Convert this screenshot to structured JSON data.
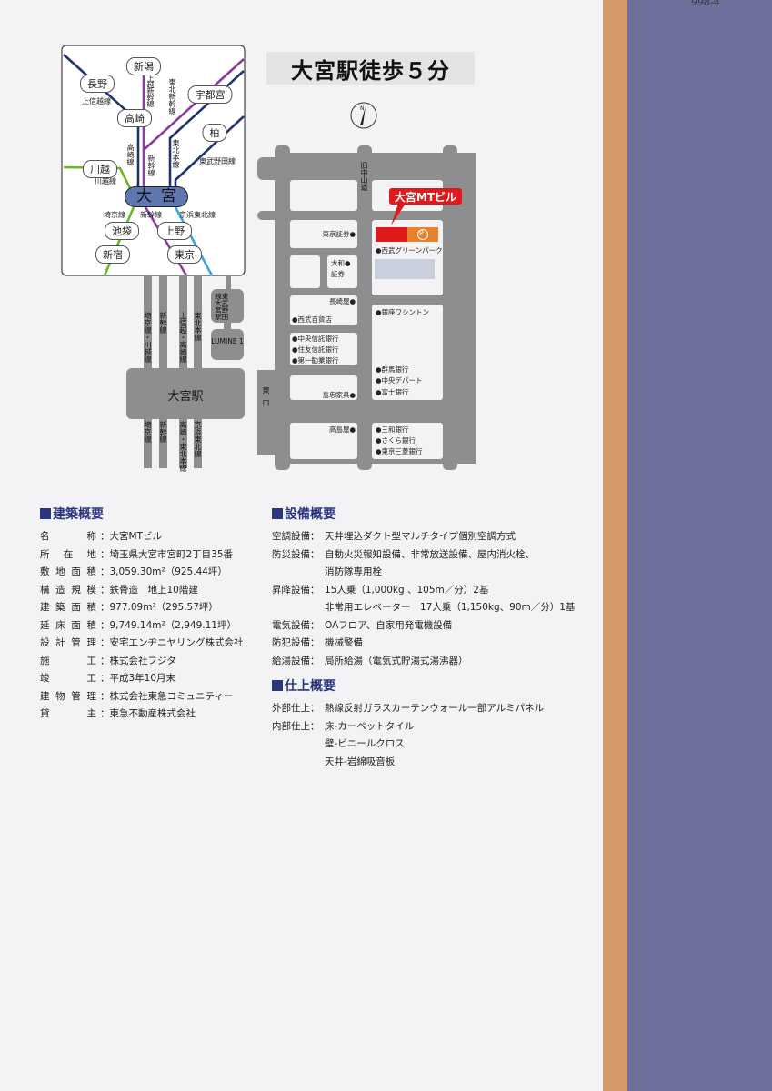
{
  "handwritten_note": "998-4",
  "title": "大宮駅徒歩５分",
  "route_map": {
    "center_station": "大宮",
    "stations": [
      "新潟",
      "長野",
      "宇都宮",
      "高崎",
      "柏",
      "川越",
      "池袋",
      "上野",
      "新宿",
      "東京"
    ],
    "lines": {
      "joetsu_shinkansen": "上越新幹線",
      "tohoku_shinkansen": "東北新幹線",
      "joshinetsu": "上信越線",
      "takasaki": "高崎線",
      "shinkansen_n": "新幹線",
      "tohoku_honsen": "東北本線",
      "tobu_noda": "東武野田線",
      "kawagoe": "川越線",
      "saikyo": "埼京線",
      "shinkansen_s": "新幹線",
      "keihin_tohoku": "京浜東北線"
    },
    "colors": {
      "navy": "#23336e",
      "purple": "#8a3c9c",
      "green": "#6bb526",
      "lightblue": "#3ba4e3",
      "pill": "#5f77b0"
    }
  },
  "station_diagram": {
    "station": "大宮駅",
    "north_tracks": [
      "埼京線・川越線",
      "新幹線",
      "上信越・高崎線",
      "東北本線"
    ],
    "south_tracks": [
      "埼京線",
      "新幹線",
      "高崎・東北本線",
      "京浜東北線"
    ],
    "tobu": "東武野田線大宮駅",
    "lumine": "LUMINE 1"
  },
  "street_map": {
    "compass": "N",
    "road_name": "旧中山道",
    "east_exit": "東口",
    "building_label": "大宮MTビル",
    "parking": "P",
    "landmarks_left": [
      "東京証券●",
      "大和●証券",
      "長崎屋●",
      "●西武百貨店",
      "●中央信託銀行",
      "●住友信託銀行",
      "●第一勧業銀行",
      "島忠家具●",
      "高島屋●"
    ],
    "landmarks_right": [
      "●西武グリーンパーク",
      "●銀座ワシントン",
      "●群馬銀行",
      "●中央デパート",
      "●富士銀行",
      "●三和銀行",
      "●さくら銀行",
      "●東京三菱銀行"
    ]
  },
  "building_overview": {
    "heading": "建築概要",
    "rows": [
      {
        "label": "名称",
        "value": "大宮MTビル"
      },
      {
        "label": "所在地",
        "value": "埼玉県大宮市宮町2丁目35番"
      },
      {
        "label": "敷地面積",
        "value": "3,059.30m²（925.44坪）"
      },
      {
        "label": "構造規模",
        "value": "鉄骨造　地上10階建"
      },
      {
        "label": "建築面積",
        "value": "977.09m²（295.57坪）"
      },
      {
        "label": "延床面積",
        "value": "9,749.14m²（2,949.11坪）"
      },
      {
        "label": "設計管理",
        "value": "安宅エンヂニヤリング株式会社"
      },
      {
        "label": "施工",
        "value": "株式会社フジタ"
      },
      {
        "label": "竣工",
        "value": "平成3年10月末"
      },
      {
        "label": "建物管理",
        "value": "株式会社東急コミュニティー"
      },
      {
        "label": "貸主",
        "value": "東急不動産株式会社"
      }
    ]
  },
  "equipment_overview": {
    "heading": "設備概要",
    "rows": [
      {
        "label": "空調設備：",
        "value": "天井埋込ダクト型マルチタイプ個別空調方式"
      },
      {
        "label": "防災設備：",
        "value": "自動火災報知設備、非常放送設備、屋内消火栓、"
      },
      {
        "label": "",
        "value": "消防隊専用栓"
      },
      {
        "label": "昇降設備：",
        "value": "15人乗（1,000kg 、105m／分）2基"
      },
      {
        "label": "",
        "value": "非常用エレベーター　17人乗（1,150kg、90m／分）1基"
      },
      {
        "label": "電気設備：",
        "value": "OAフロア、自家用発電機設備"
      },
      {
        "label": "防犯設備：",
        "value": "機械警備"
      },
      {
        "label": "給湯設備：",
        "value": "局所給湯（電気式貯湯式湯沸器）"
      }
    ]
  },
  "finish_overview": {
    "heading": "仕上概要",
    "rows": [
      {
        "label": "外部仕上：",
        "value": "熱線反射ガラスカーテンウォール一部アルミパネル"
      },
      {
        "label": "内部仕上：",
        "value": "床-カーペットタイル"
      },
      {
        "label": "",
        "value": "壁-ビニールクロス"
      },
      {
        "label": "",
        "value": "天井-岩綿吸音板"
      }
    ]
  }
}
